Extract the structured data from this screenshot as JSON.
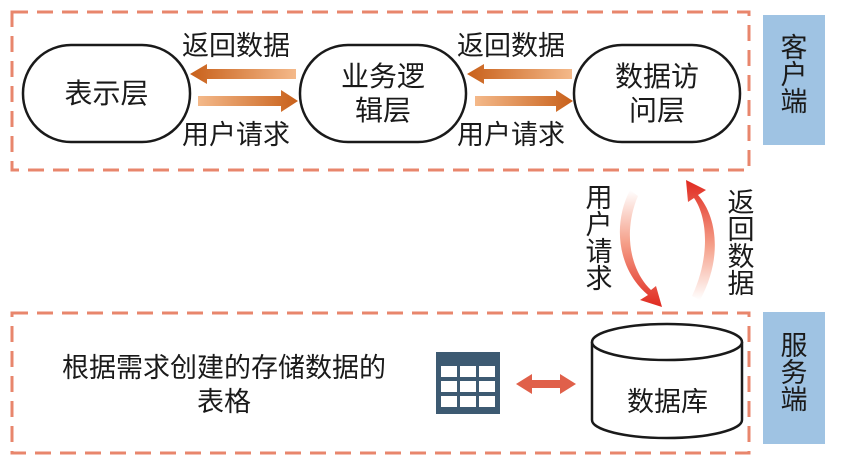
{
  "client": {
    "label": "客户端",
    "presentation_layer": "表示层",
    "business_logic_layer": "业务逻辑层",
    "data_access_layer": "数据访问层",
    "return_data_top_left": "返回数据",
    "user_request_bottom_left": "用户请求",
    "return_data_top_right": "返回数据",
    "user_request_bottom_right": "用户请求"
  },
  "middle": {
    "user_request": "用户请求",
    "return_data": "返回数据"
  },
  "server": {
    "label": "服务端",
    "table_caption": "根据需求创建的存储数据的表格",
    "database": "数据库"
  },
  "colors": {
    "dashed_border": "#e8866c",
    "side_panel": "#9fc3e3",
    "arrow_orange": "#d36a1e",
    "arrow_red": "#e63a2a",
    "table_icon": "#3d5a72"
  },
  "icons": {
    "table": "table-icon"
  }
}
